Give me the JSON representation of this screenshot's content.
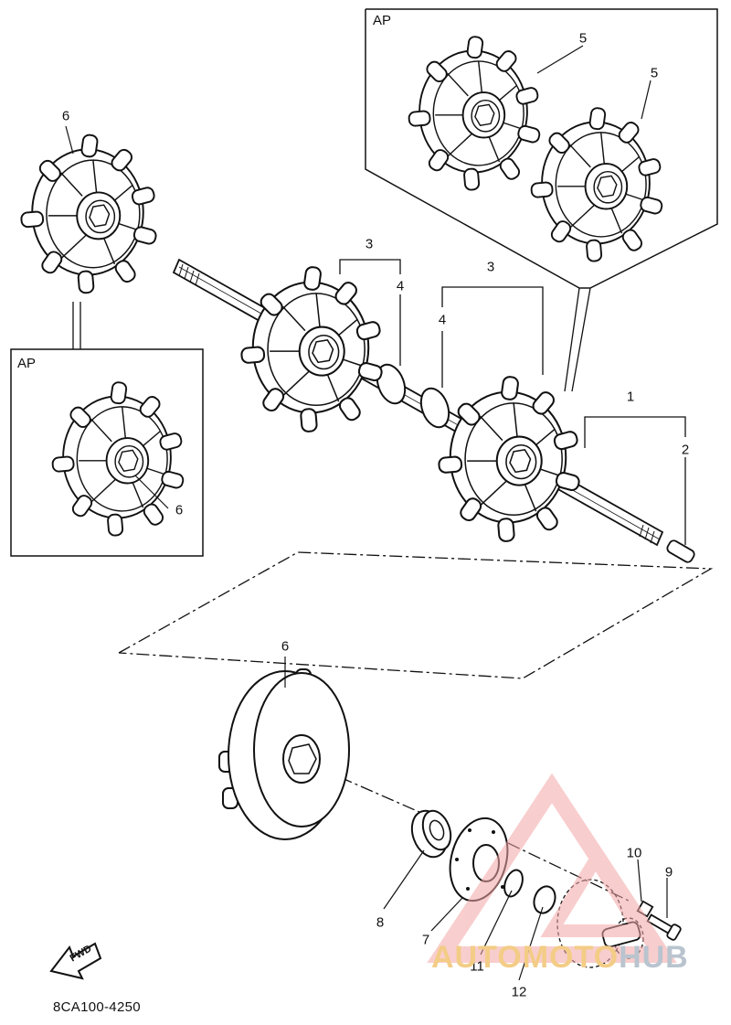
{
  "diagram": {
    "callouts": {
      "c1": "1",
      "c2": "2",
      "c3a": "3",
      "c3b": "3",
      "c4a": "4",
      "c4b": "4",
      "c5a": "5",
      "c5b": "5",
      "c6a": "6",
      "c6b": "6",
      "c6c": "6",
      "c7": "7",
      "c8": "8",
      "c9": "9",
      "c10": "10",
      "c11": "11",
      "c12": "12"
    },
    "ap_top": "AP",
    "ap_left": "AP",
    "fwd": "FWD",
    "diagram_code": "8CA100-4250"
  },
  "watermark": {
    "part1": "AUTOMOTO",
    "part2": "HUB",
    "color1": "#f3cc86",
    "color2": "#b9c4cf",
    "triangle_color": "#f4a6a6"
  }
}
